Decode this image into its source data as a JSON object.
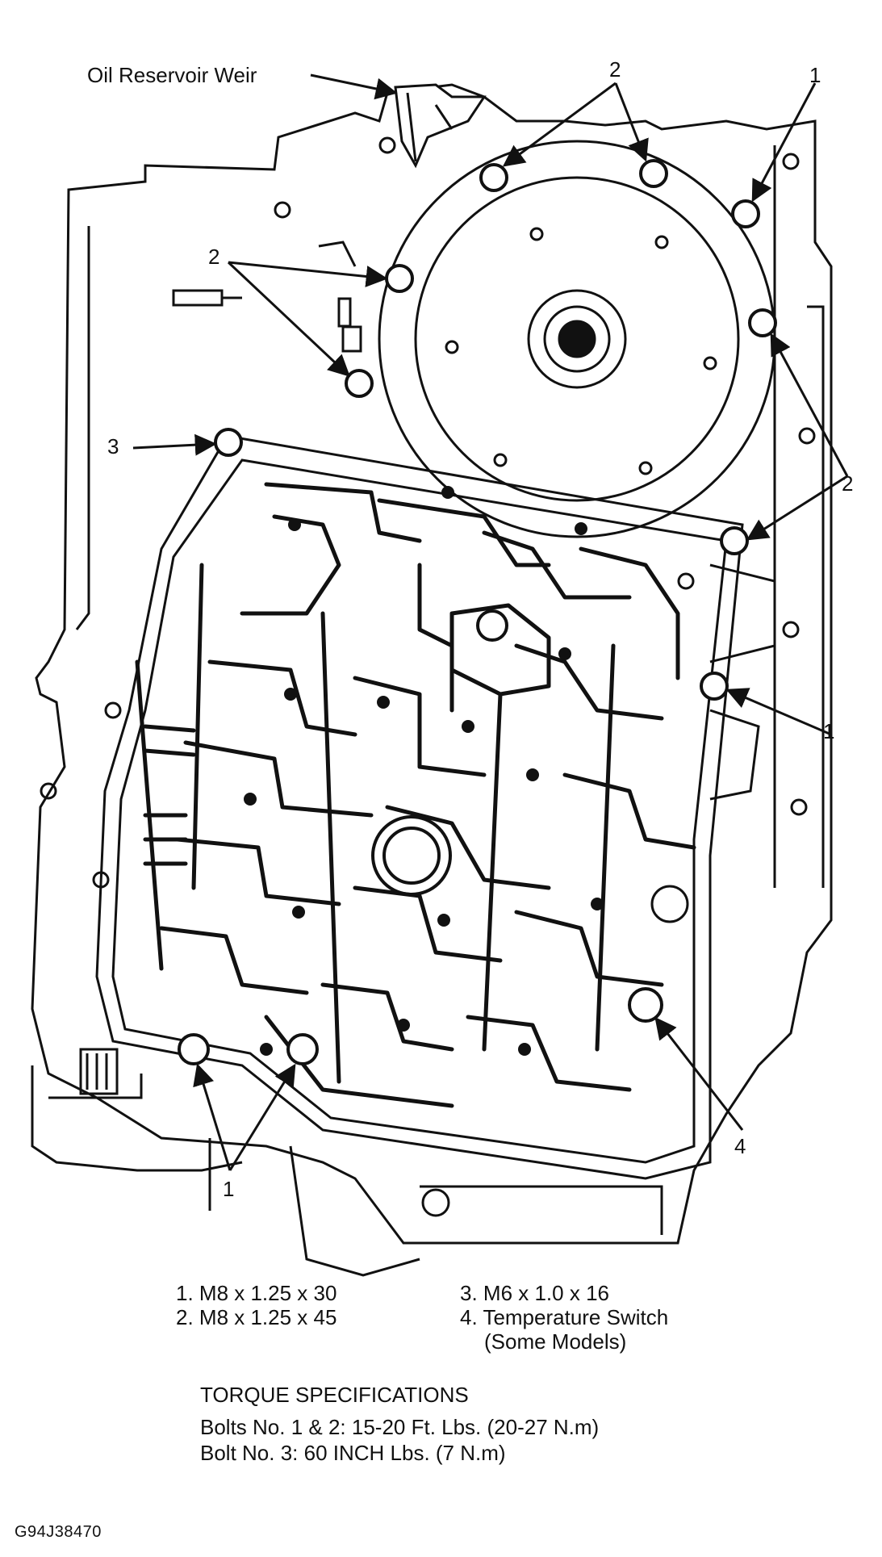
{
  "diagram": {
    "weir_label": "Oil Reservoir Weir",
    "callout_top_2": "2",
    "callout_top_1": "1",
    "callout_left_2": "2",
    "callout_left_3": "3",
    "callout_right_2": "2",
    "callout_right_1": "1",
    "callout_bottom_4": "4",
    "callout_bottom_1": "1"
  },
  "legend": {
    "item_1": "1. M8 x 1.25 x 30",
    "item_2": "2. M8 x 1.25 x 45",
    "item_3": "3. M6 x 1.0 x 16",
    "item_4": "4. Temperature Switch",
    "item_4_note": "(Some Models)"
  },
  "torque": {
    "heading": "TORQUE SPECIFICATIONS",
    "line_1": "Bolts No. 1 & 2:  15-20 Ft. Lbs. (20-27 N.m)",
    "line_2": "Bolt No. 3:  60 INCH Lbs. (7 N.m)"
  },
  "figure_id": "G94J38470"
}
